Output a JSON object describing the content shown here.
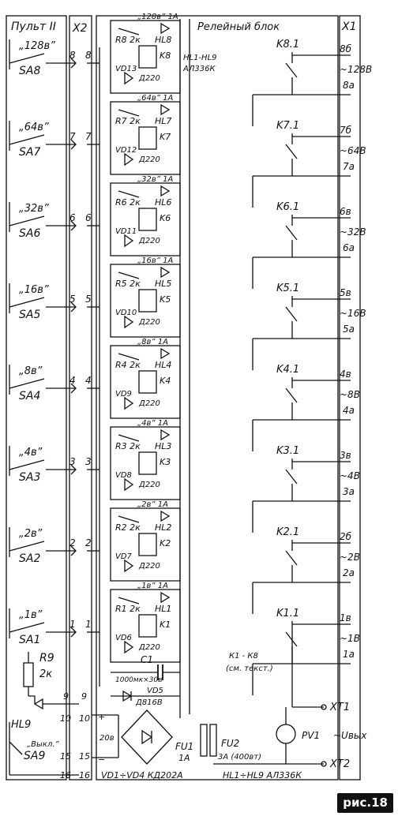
{
  "panel_title": "Пульт II",
  "x2_label": "X2",
  "relay_block_title": "Релейный блок",
  "x1_label": "X1",
  "hl_note": "HL1-HL9",
  "hl_type": "АЛ336К",
  "switches": [
    {
      "label": "„128в”",
      "sa": "SA8",
      "pin": "8"
    },
    {
      "label": "„64в”",
      "sa": "SA7",
      "pin": "7"
    },
    {
      "label": "„32в”",
      "sa": "SA6",
      "pin": "6"
    },
    {
      "label": "„16в”",
      "sa": "SA5",
      "pin": "5"
    },
    {
      "label": "„8в”",
      "sa": "SA4",
      "pin": "4"
    },
    {
      "label": "„4в”",
      "sa": "SA3",
      "pin": "3"
    },
    {
      "label": "„2в”",
      "sa": "SA2",
      "pin": "2"
    },
    {
      "label": "„1в”",
      "sa": "SA1",
      "pin": "1"
    }
  ],
  "relay_cells": [
    {
      "hl_label": "„128в” 1А",
      "r": "R8 2к",
      "hl": "HL8",
      "k": "K8",
      "vd": "VD13",
      "d": "Д220"
    },
    {
      "hl_label": "„64в” 1А",
      "r": "R7 2к",
      "hl": "HL7",
      "k": "K7",
      "vd": "VD12",
      "d": "Д220"
    },
    {
      "hl_label": "„32в” 1А",
      "r": "R6 2к",
      "hl": "HL6",
      "k": "K6",
      "vd": "VD11",
      "d": "Д220"
    },
    {
      "hl_label": "„16в” 1А",
      "r": "R5 2к",
      "hl": "HL5",
      "k": "K5",
      "vd": "VD10",
      "d": "Д220"
    },
    {
      "hl_label": "„8в” 1А",
      "r": "R4 2к",
      "hl": "HL4",
      "k": "K4",
      "vd": "VD9",
      "d": "Д220"
    },
    {
      "hl_label": "„4в” 1А",
      "r": "R3 2к",
      "hl": "HL3",
      "k": "K3",
      "vd": "VD8",
      "d": "Д220"
    },
    {
      "hl_label": "„2в” 1А",
      "r": "R2 2к",
      "hl": "HL2",
      "k": "K2",
      "vd": "VD7",
      "d": "Д220"
    },
    {
      "hl_label": "„1в” 1А",
      "r": "R1 2к",
      "hl": "HL1",
      "k": "K1",
      "vd": "VD6",
      "d": "Д220"
    }
  ],
  "contacts": [
    {
      "k": "K8.1",
      "top": "8б",
      "bot": "8а",
      "volt": "~128В"
    },
    {
      "k": "K7.1",
      "top": "7б",
      "bot": "7а",
      "volt": "~64В"
    },
    {
      "k": "K6.1",
      "top": "6в",
      "bot": "6а",
      "volt": "~32В"
    },
    {
      "k": "K5.1",
      "top": "5в",
      "bot": "5а",
      "volt": "~16В"
    },
    {
      "k": "K4.1",
      "top": "4в",
      "bot": "4а",
      "volt": "~8В"
    },
    {
      "k": "K3.1",
      "top": "3в",
      "bot": "3а",
      "volt": "~4В"
    },
    {
      "k": "K2.1",
      "top": "2б",
      "bot": "2а",
      "volt": "~2В"
    },
    {
      "k": "K1.1",
      "top": "1в",
      "bot": "1а",
      "volt": "~1В"
    }
  ],
  "r9_label": "R9",
  "r9_value": "2к",
  "hl9_label": "HL9",
  "sa9_off": "„Выкл.”",
  "sa9_label": "SA9",
  "c1_label": "C1",
  "c1_value": "1000мк×30в",
  "vd5_label": "VD5",
  "vd5_type": "Д816В",
  "pin_9": "9",
  "pin_10": "10",
  "pin_15": "15",
  "pin_16": "16",
  "pin_20v": "20в",
  "plus_sign": "+",
  "minus_sign": "−",
  "fu1_label": "FU1",
  "fu1_value": "1А",
  "fu2_label": "FU2",
  "fu2_value": "3А (400вт)",
  "k_note": "К1 - К8",
  "k_note2": "(см. текст.)",
  "pv1_label": "PV1",
  "uout_label": "~Uвых",
  "xt1_label": "XT1",
  "xt2_label": "XT2",
  "bridge_note": "VD1÷VD4 КД202А",
  "hl_footer": "HL1÷HL9 АЛ336К",
  "fig_label": "рис.18"
}
